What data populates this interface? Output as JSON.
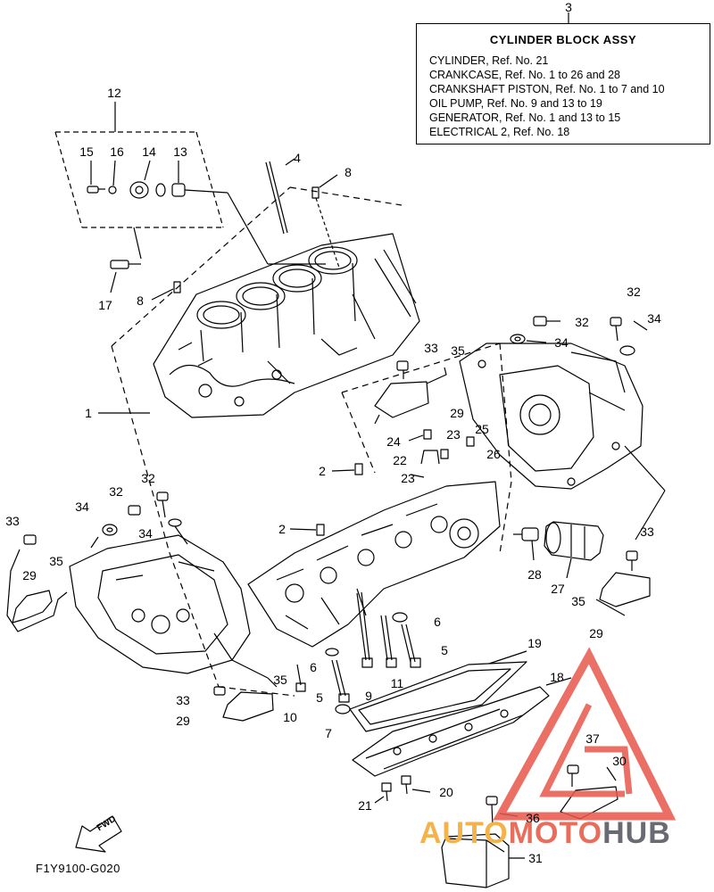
{
  "legend": {
    "ref": "3",
    "title": "CYLINDER BLOCK ASSY",
    "lines": [
      "CYLINDER, Ref. No. 21",
      "CRANKCASE, Ref. No. 1 to 26 and 28",
      "CRANKSHAFT PISTON, Ref. No. 1 to 7 and 10",
      "OIL PUMP,  Ref. No. 9 and 13 to 19",
      "GENERATOR, Ref. No. 1 and 13 to 15",
      "ELECTRICAL 2, Ref. No. 18"
    ]
  },
  "callouts": [
    {
      "label": "12"
    },
    {
      "label": "15"
    },
    {
      "label": "16"
    },
    {
      "label": "14"
    },
    {
      "label": "13"
    },
    {
      "label": "4"
    },
    {
      "label": "8"
    },
    {
      "label": "17"
    },
    {
      "label": "8"
    },
    {
      "label": "1"
    },
    {
      "label": "32"
    },
    {
      "label": "32"
    },
    {
      "label": "34"
    },
    {
      "label": "34"
    },
    {
      "label": "33"
    },
    {
      "label": "35"
    },
    {
      "label": "29"
    },
    {
      "label": "24"
    },
    {
      "label": "22"
    },
    {
      "label": "23"
    },
    {
      "label": "25"
    },
    {
      "label": "26"
    },
    {
      "label": "23"
    },
    {
      "label": "2"
    },
    {
      "label": "2"
    },
    {
      "label": "32"
    },
    {
      "label": "34"
    },
    {
      "label": "32"
    },
    {
      "label": "34"
    },
    {
      "label": "33"
    },
    {
      "label": "35"
    },
    {
      "label": "29"
    },
    {
      "label": "28"
    },
    {
      "label": "27"
    },
    {
      "label": "33"
    },
    {
      "label": "35"
    },
    {
      "label": "29"
    },
    {
      "label": "6"
    },
    {
      "label": "5"
    },
    {
      "label": "6"
    },
    {
      "label": "9"
    },
    {
      "label": "11"
    },
    {
      "label": "5"
    },
    {
      "label": "10"
    },
    {
      "label": "7"
    },
    {
      "label": "33"
    },
    {
      "label": "35"
    },
    {
      "label": "29"
    },
    {
      "label": "19"
    },
    {
      "label": "18"
    },
    {
      "label": "37"
    },
    {
      "label": "30"
    },
    {
      "label": "21"
    },
    {
      "label": "20"
    },
    {
      "label": "36"
    },
    {
      "label": "31"
    }
  ],
  "fwd_label": "FWD",
  "diagram_code": "F1Y9100-G020",
  "watermark": {
    "part1": "AUTO",
    "part2": "MOTO",
    "part3": "HUB",
    "color": "#e8574a"
  }
}
